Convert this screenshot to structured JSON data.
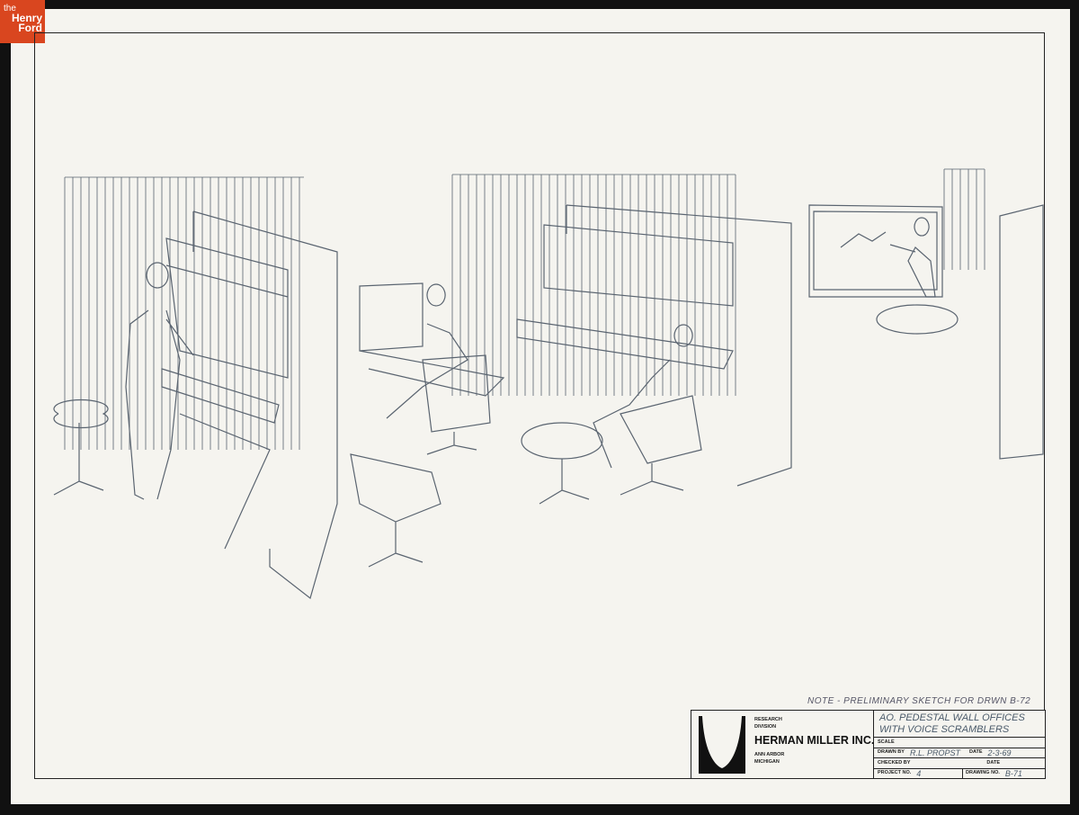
{
  "watermark": {
    "line1": "the",
    "line2": "Henry",
    "line3": "Ford"
  },
  "note": "NOTE - PRELIMINARY SKETCH FOR DRWN B-72",
  "title_block": {
    "research": "RESEARCH",
    "division": "DIVISION",
    "company": "HERMAN MILLER INC.",
    "city": "ANN ARBOR",
    "state": "MICHIGAN",
    "title_line1": "AO. PEDESTAL WALL OFFICES",
    "title_line2": "WITH VOICE SCRAMBLERS",
    "scale_label": "SCALE",
    "drawn_by_label": "DRAWN BY",
    "drawn_by": "R.L. PROPST",
    "date_label": "DATE",
    "date": "2-3-69",
    "checked_by_label": "CHECKED BY",
    "date2_label": "DATE",
    "project_label": "PROJECT NO.",
    "project": "4",
    "drawing_label": "DRAWING NO.",
    "drawing": "B-71"
  },
  "colors": {
    "paper": "#f5f4ef",
    "pencil": "#5a6470",
    "watermark": "#d9461f"
  }
}
